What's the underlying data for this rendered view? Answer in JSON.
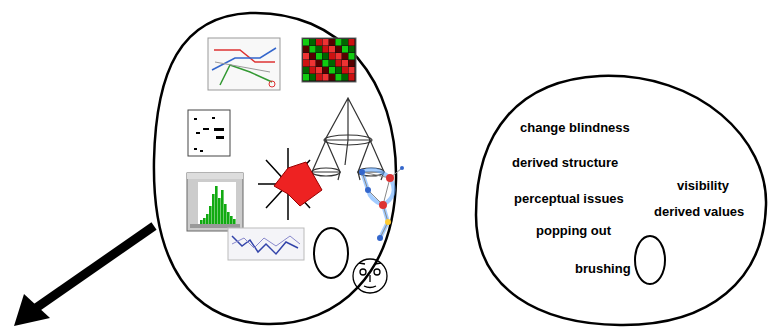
{
  "diagram": {
    "nodes": [
      {
        "text": [
          "change blindness",
          "derived structure",
          "visibility",
          "perceptual issues",
          "derived values",
          "popping out",
          "brushing"
        ]
      }
    ]
  }
}
